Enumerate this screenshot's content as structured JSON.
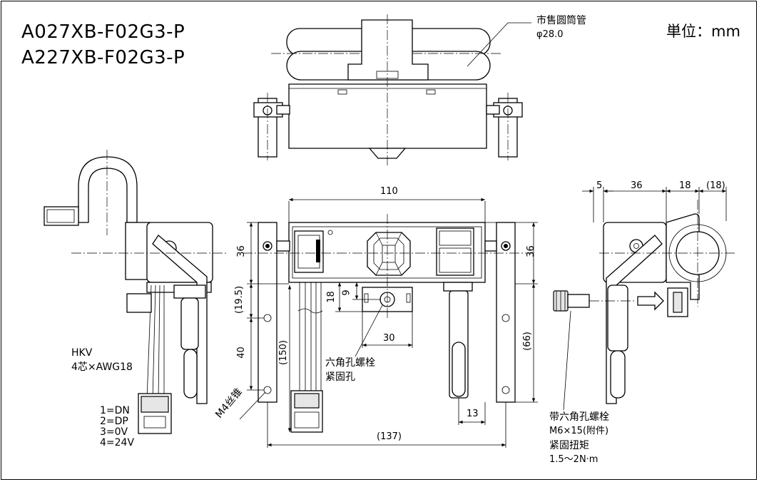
{
  "model_numbers": [
    "A027XB-F02G3-P",
    "A227XB-F02G3-P"
  ],
  "unit_label": "単位：mm",
  "callouts": {
    "pipe": {
      "line1": "市售圆筒管",
      "line2": "φ28.0"
    },
    "hex_hole": {
      "line1": "六角孔螺栓",
      "line2": "紧固孔"
    },
    "cable": {
      "line1": "HKV",
      "line2": "4芯×AWG18"
    },
    "pins": [
      "1=DN",
      "2=DP",
      "3=0V",
      "4=24V"
    ],
    "thread": "M4丝锥",
    "bolt": {
      "line1": "带六角孔螺栓",
      "line2": "M6×15(附件)",
      "line3": "紧固扭矩",
      "line4": "1.5〜2N·m"
    }
  },
  "dimensions": {
    "front_width": "110",
    "left_height": "36",
    "right_height": "36",
    "left_offset": "(19.5)",
    "left_pitch": "40",
    "left_total": "(150)",
    "hole_18": "18",
    "hole_9": "9",
    "hole_30": "30",
    "right_total": "(66)",
    "bottom_13": "13",
    "bottom_width": "(137)",
    "side_5": "5",
    "side_36": "36",
    "side_18": "18",
    "side_18b": "(18)"
  },
  "colors": {
    "line": "#000000",
    "fill": "#e6e6e6",
    "background": "#ffffff"
  }
}
